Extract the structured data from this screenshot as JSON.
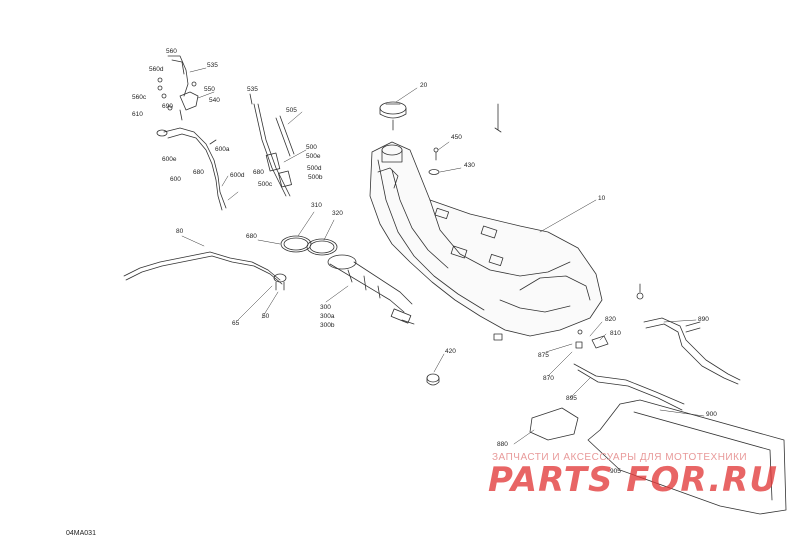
{
  "diagram": {
    "reference_code": "04MA031",
    "callouts": [
      {
        "id": "c560",
        "text": "560"
      },
      {
        "id": "c535a",
        "text": "535"
      },
      {
        "id": "c560d",
        "text": "560d"
      },
      {
        "id": "c560c",
        "text": "560c"
      },
      {
        "id": "c690",
        "text": "690"
      },
      {
        "id": "c550",
        "text": "550"
      },
      {
        "id": "c540",
        "text": "540"
      },
      {
        "id": "c610a",
        "text": "610"
      },
      {
        "id": "c600e",
        "text": "600e"
      },
      {
        "id": "c600a",
        "text": "600a"
      },
      {
        "id": "c600",
        "text": "600"
      },
      {
        "id": "c680a",
        "text": "680"
      },
      {
        "id": "c600d",
        "text": "600d"
      },
      {
        "id": "c535b",
        "text": "535"
      },
      {
        "id": "c505",
        "text": "505"
      },
      {
        "id": "c500",
        "text": "500"
      },
      {
        "id": "c500e",
        "text": "500e"
      },
      {
        "id": "c680b",
        "text": "680"
      },
      {
        "id": "c500d",
        "text": "500d"
      },
      {
        "id": "c500c",
        "text": "500c"
      },
      {
        "id": "c500b",
        "text": "500b"
      },
      {
        "id": "c20",
        "text": "20"
      },
      {
        "id": "c450",
        "text": "450"
      },
      {
        "id": "c430",
        "text": "430"
      },
      {
        "id": "c10",
        "text": "10"
      },
      {
        "id": "c310",
        "text": "310"
      },
      {
        "id": "c320",
        "text": "320"
      },
      {
        "id": "c80",
        "text": "80"
      },
      {
        "id": "c680c",
        "text": "680"
      },
      {
        "id": "c65",
        "text": "65"
      },
      {
        "id": "c50",
        "text": "50"
      },
      {
        "id": "c300",
        "text": "300"
      },
      {
        "id": "c300a",
        "text": "300a"
      },
      {
        "id": "c300b",
        "text": "300b"
      },
      {
        "id": "c890",
        "text": "890"
      },
      {
        "id": "c820",
        "text": "820"
      },
      {
        "id": "c810",
        "text": "810"
      },
      {
        "id": "c420",
        "text": "420"
      },
      {
        "id": "c875",
        "text": "875"
      },
      {
        "id": "c870",
        "text": "870"
      },
      {
        "id": "c895",
        "text": "895"
      },
      {
        "id": "c900",
        "text": "900"
      },
      {
        "id": "c880",
        "text": "880"
      },
      {
        "id": "c905",
        "text": "905"
      }
    ]
  },
  "watermark": {
    "tagline": "ЗАПЧАСТИ И АКСЕССУАРЫ ДЛЯ МОТОТЕХНИКИ",
    "logo_text": "PARTS FOR.RU"
  }
}
